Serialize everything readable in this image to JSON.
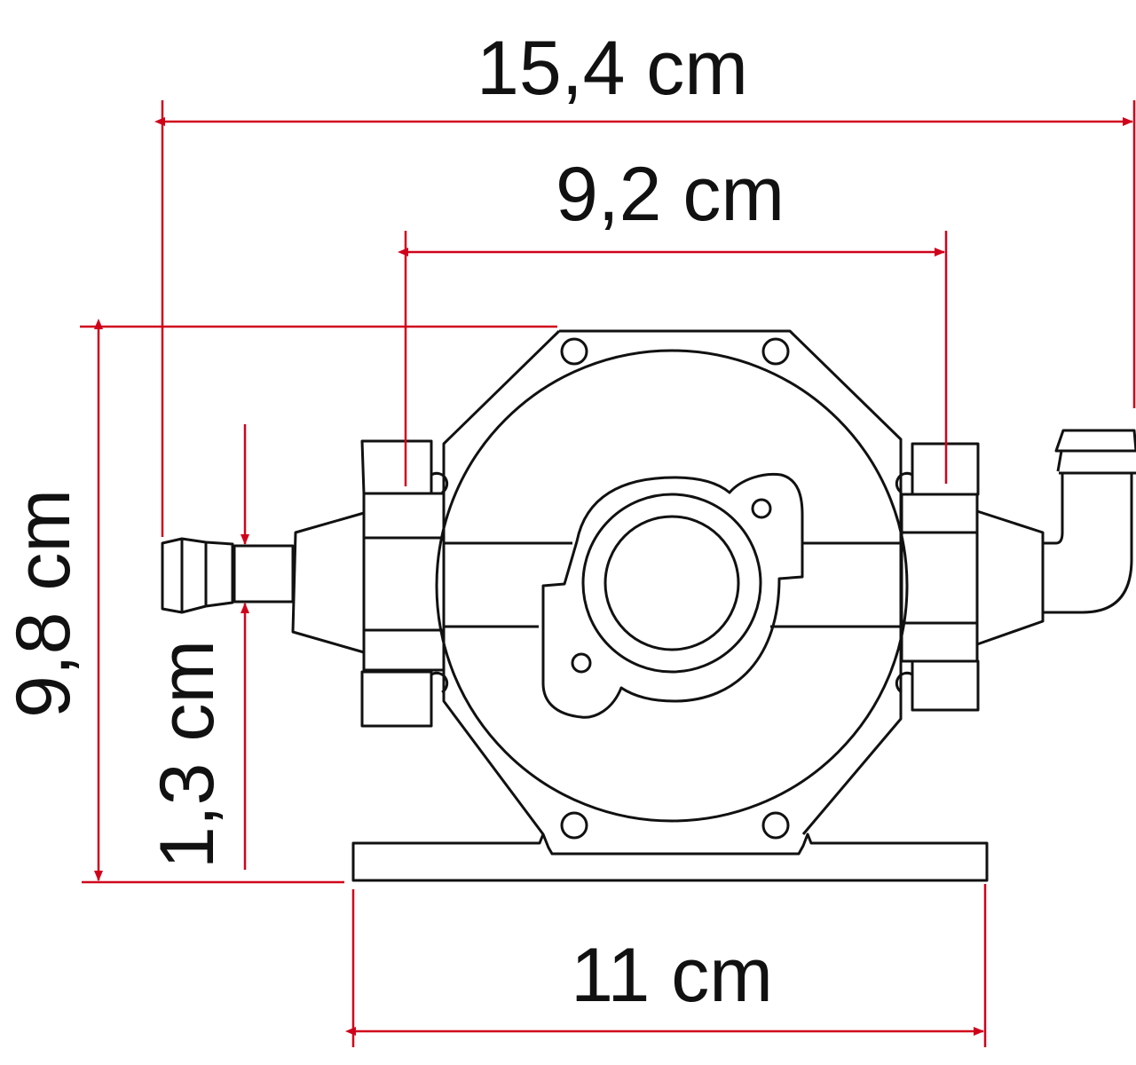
{
  "diagram": {
    "subject": "Water pump technical dimension drawing (front view)",
    "colors": {
      "dimension_line": "#d0021b",
      "outline": "#111111",
      "background": "#ffffff"
    },
    "dimensions": {
      "overall_width": {
        "label": "15,4 cm",
        "value": 15.4,
        "unit": "cm"
      },
      "mount_spacing": {
        "label": "9,2 cm",
        "value": 9.2,
        "unit": "cm"
      },
      "overall_height": {
        "label": "9,8 cm",
        "value": 9.8,
        "unit": "cm"
      },
      "hose_connector_diameter": {
        "label": "1,3 cm",
        "value": 1.3,
        "unit": "cm"
      },
      "base_width": {
        "label": "11 cm",
        "value": 11,
        "unit": "cm"
      }
    }
  }
}
